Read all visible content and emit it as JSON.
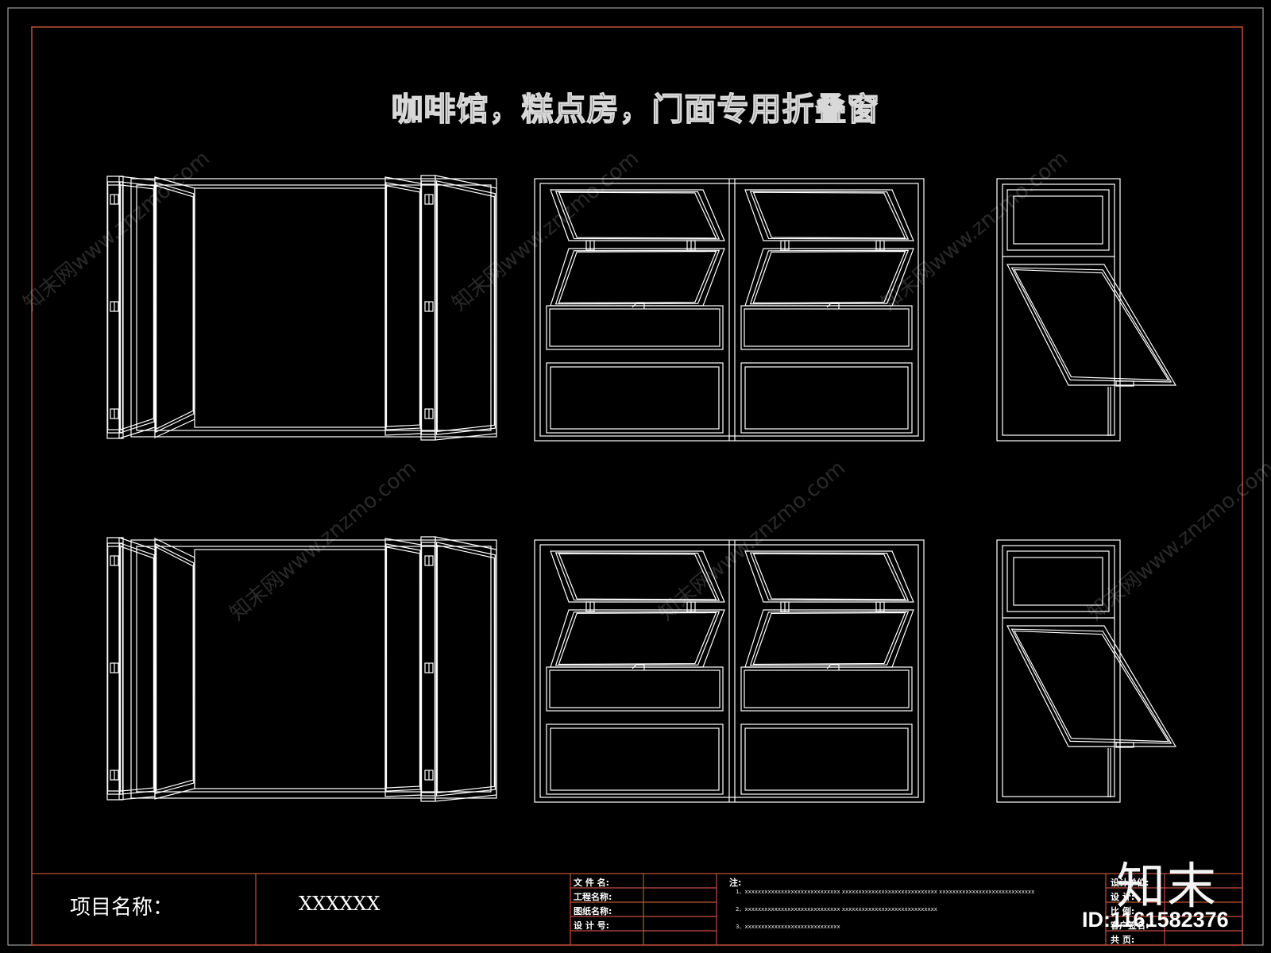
{
  "title": "咖啡馆，糕点房，门面专用折叠窗",
  "title_block": {
    "project_label": "项目名称：",
    "project_value": "XXXXXX",
    "fields": [
      "文 件 名:",
      "工程名称:",
      "图纸名称:",
      "设 计 号:"
    ],
    "notes_label": "注:",
    "notes": [
      "1、xxxxxxxxxxxxxxxxxxxxxxxxxxxxx    xxxxxxxxxxxxxxxxxxxxxxxxxxxxx    xxxxxxxxxxxxxxxxxxxxxxxxxxxxx",
      "2、xxxxxxxxxxxxxxxxxxxxxxxxxxxxx    xxxxxxxxxxxxxxxxxxxxxxxxxxxxx",
      "3、xxxxxxxxxxxxxxxxxxxxxxxxxxxxx"
    ],
    "right_fields": [
      "设计单位:",
      "设   计:",
      "比   例:",
      "客户签名:",
      "共   页:"
    ]
  },
  "watermark": {
    "logo": "知末",
    "id_text": "ID:1161582376",
    "text": "知末网www.znzmo.com"
  },
  "colors": {
    "background": "#000000",
    "linework": "#ffffff",
    "border_accent": "#c0503a"
  }
}
